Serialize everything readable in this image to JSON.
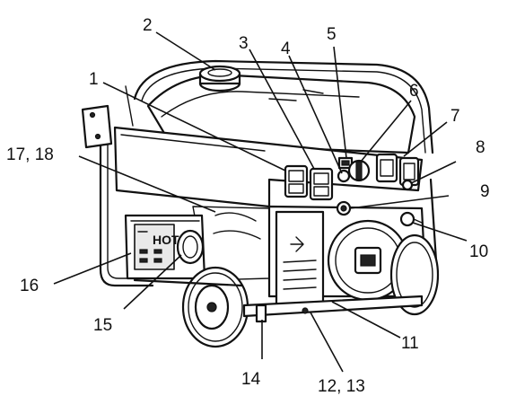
{
  "figure": {
    "callouts": [
      {
        "id": "1",
        "label": "1"
      },
      {
        "id": "2",
        "label": "2"
      },
      {
        "id": "3",
        "label": "3"
      },
      {
        "id": "4",
        "label": "4"
      },
      {
        "id": "5",
        "label": "5"
      },
      {
        "id": "6",
        "label": "6"
      },
      {
        "id": "7",
        "label": "7"
      },
      {
        "id": "8",
        "label": "8"
      },
      {
        "id": "9",
        "label": "9"
      },
      {
        "id": "10",
        "label": "10"
      },
      {
        "id": "11",
        "label": "11"
      },
      {
        "id": "12_13",
        "label": "12, 13"
      },
      {
        "id": "14",
        "label": "14"
      },
      {
        "id": "15",
        "label": "15"
      },
      {
        "id": "16",
        "label": "16"
      },
      {
        "id": "17_18",
        "label": "17, 18"
      }
    ],
    "muffler_warning": "HOT!"
  }
}
